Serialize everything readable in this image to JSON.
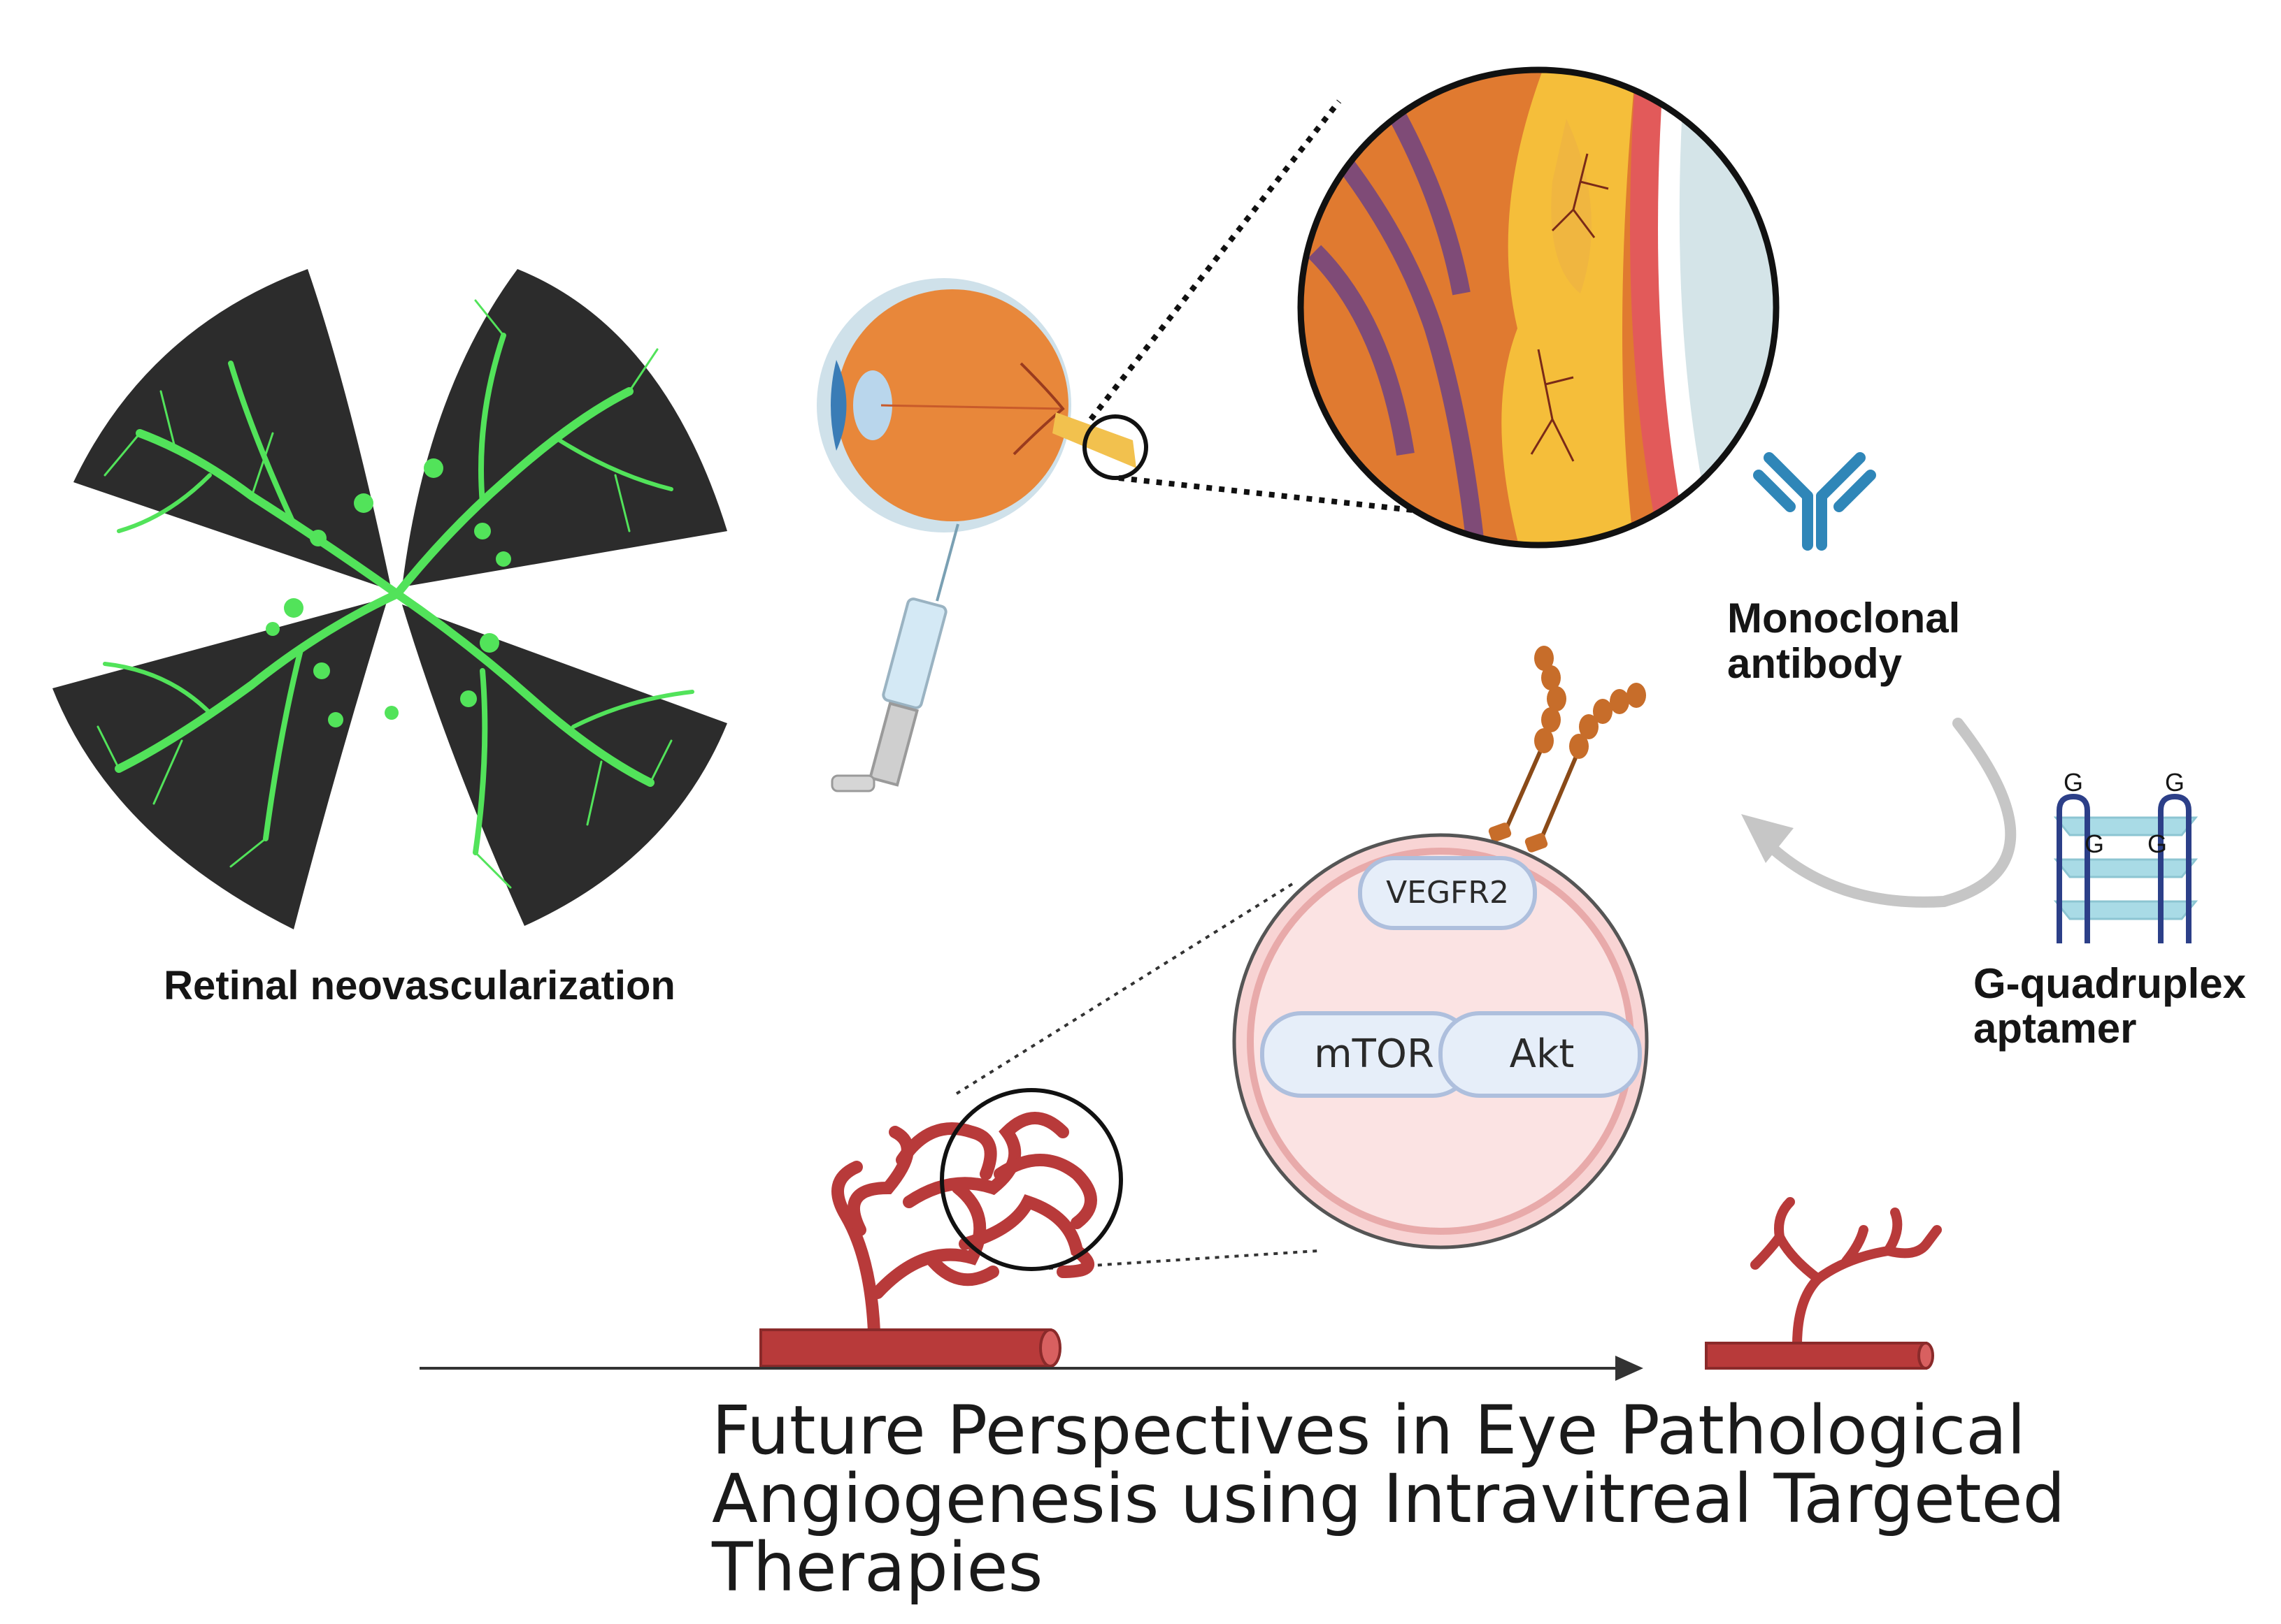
{
  "figure": {
    "labels": {
      "retinal_neovascularization": "Retinal neovascularization",
      "monoclonal_antibody_line1": "Monoclonal",
      "monoclonal_antibody_line2": "antibody",
      "aptamer_line1": "G-quadruplex",
      "aptamer_line2": "aptamer"
    },
    "cell": {
      "receptor": "VEGFR2",
      "pathway": [
        "mTOR",
        "Akt"
      ]
    },
    "aptamer_bases": [
      "G",
      "G",
      "G",
      "G"
    ],
    "title_lines": [
      "Future Perspectives in Eye Pathological",
      "Angiogenesis using Intravitreal Targeted",
      "Therapies"
    ]
  },
  "colors": {
    "flatmount_bg": "#2c2c2c",
    "vessel_green": "#52e35a",
    "eye_orange": "#e8873a",
    "sclera_blue": "#cfe1ea",
    "antibody_blue": "#2f86b8",
    "vessel_red": "#b83a3a",
    "cell_pink": "#f8d4d4",
    "pill_fill": "#e6eef9",
    "pill_stroke": "#aebfdd",
    "receptor_orange": "#c76d2a",
    "aptamer_navy": "#2c3f88",
    "aptamer_rung": "#a9dbe6"
  }
}
